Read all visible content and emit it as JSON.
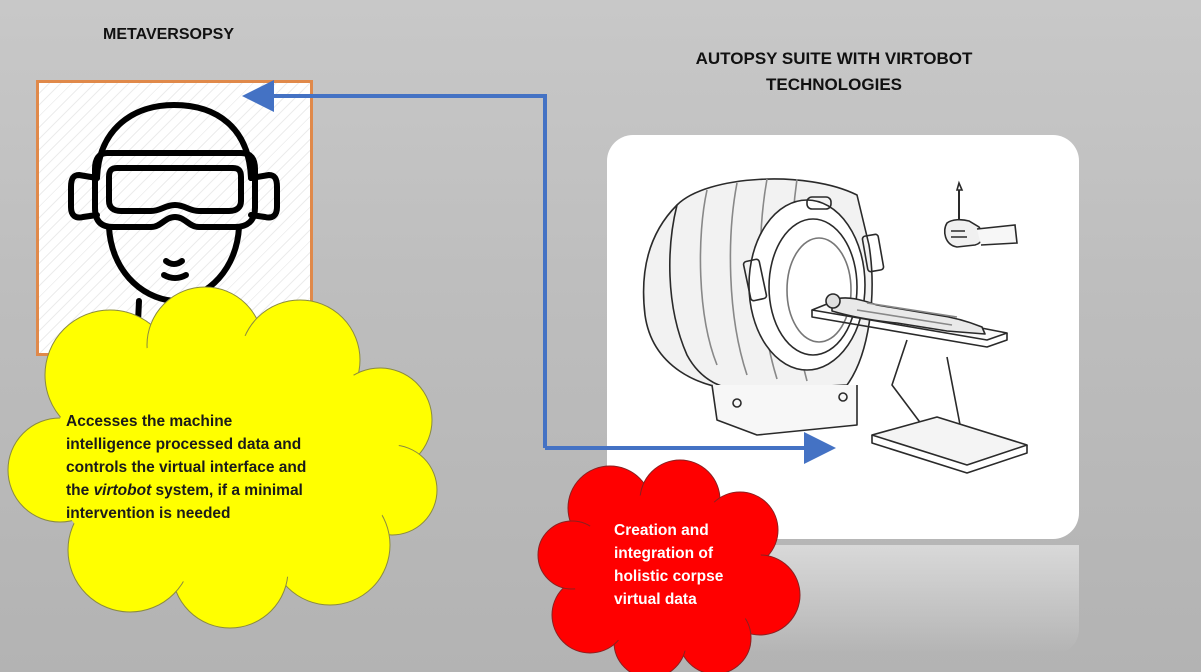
{
  "titles": {
    "left": "METAVERSOPSY",
    "right_line1": "AUTOPSY SUITE WITH VIRTOBOT",
    "right_line2": "TECHNOLOGIES"
  },
  "yellow_cloud": {
    "line1": "Accesses the machine",
    "line2": "intelligence processed data and",
    "line3": "controls the virtual interface and",
    "line4_before": "the ",
    "line4_italic": "virtobot",
    "line4_after": " system, if a minimal",
    "line5": "intervention is needed",
    "color": "#ffff00"
  },
  "red_cloud": {
    "line1": "Creation and",
    "line2": "integration of",
    "line3": "holistic corpse",
    "line4": "virtual data",
    "color": "#ff0000"
  },
  "icons": {
    "vr_headset": "vr-headset-user-icon",
    "scanner": "ct-scanner-icon",
    "robot_arm": "robotic-scalpel-arm-icon"
  },
  "colors": {
    "arrow": "#4472c4",
    "panel_border": "#e0894a",
    "background": "#bfbfbf"
  }
}
